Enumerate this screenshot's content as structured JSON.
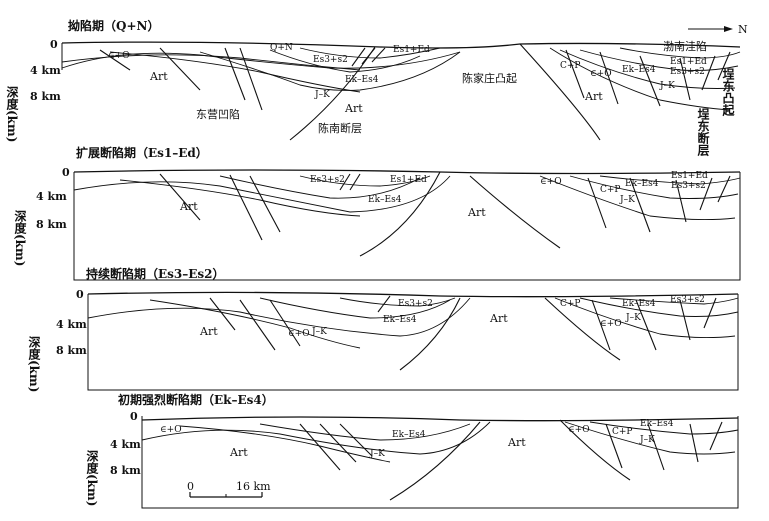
{
  "north_label": "N",
  "scale": {
    "zero": "0",
    "end": "16 km"
  },
  "panels": [
    {
      "title": "拗陷期（Q+N）",
      "depth_label": "深度(km)",
      "ticks": [
        "0",
        "4 km",
        "8 km"
      ],
      "labels": {
        "cambrian_o": "∈+O",
        "art_west": "Art",
        "qn": "Q+N",
        "es3s2": "Es3+s2",
        "es1ed": "Es1+Ed",
        "ek_es4": "Ek–Es4",
        "jk": "J–K",
        "art_mid": "Art",
        "dongying": "东营凹陷",
        "chennan": "陈南断层",
        "chenjiazhuang": "陈家庄凸起",
        "cp": "C+P",
        "cambrian_o_east": "∈+O",
        "ek_es4_east": "Ek–Es4",
        "jk_east": "J–K",
        "art_east": "Art",
        "bonan": "渤南洼陷",
        "es1ed_east": "Es1+Ed",
        "es3s2_east": "Es3+s2",
        "gudong_uplift": "埕东凸起",
        "gudong_fault": "埕东断层"
      }
    },
    {
      "title": "扩展断陷期（Es1–Ed）",
      "depth_label": "深度(km)",
      "ticks": [
        "0",
        "4 km",
        "8 km"
      ],
      "labels": {
        "art_west": "Art",
        "es3s2": "Es3+s2",
        "es1ed": "Es1+Ed",
        "ek_es4": "Ek–Es4",
        "art_mid": "Art",
        "cambrian_o": "∈+O",
        "cp": "C+P",
        "ek_es4_east": "Ek–Es4",
        "jk": "J–K",
        "es1ed_east": "Es1+Ed",
        "es3s2_east": "Es3+s2"
      }
    },
    {
      "title": "持续断陷期（Es3–Es2）",
      "depth_label": "深度(km)",
      "ticks": [
        "0",
        "4 km",
        "8 km"
      ],
      "labels": {
        "art_west": "Art",
        "jk": "J–K",
        "cambrian_o": "∈+O",
        "es3s2": "Es3+s2",
        "ek_es4": "Ek–Es4",
        "art_mid": "Art",
        "cp": "C+P",
        "ek_es4_east": "Ek–Es4",
        "jk_east": "J–K",
        "cambrian_o_east": "∈+O",
        "es3s2_east": "Es3+s2"
      }
    },
    {
      "title": "初期强烈断陷期（Ek–Es4）",
      "depth_label": "深度(km)",
      "ticks": [
        "0",
        "4 km",
        "8 km"
      ],
      "labels": {
        "cambrian_o": "∈+O",
        "art_west": "Art",
        "ek_es4": "Ek–Es4",
        "jk": "J–K",
        "art_mid": "Art",
        "cambrian_o_east": "∈+O",
        "cp": "C+P",
        "ek_es4_east": "Ek–Es4",
        "jk_east": "J–K"
      }
    }
  ]
}
